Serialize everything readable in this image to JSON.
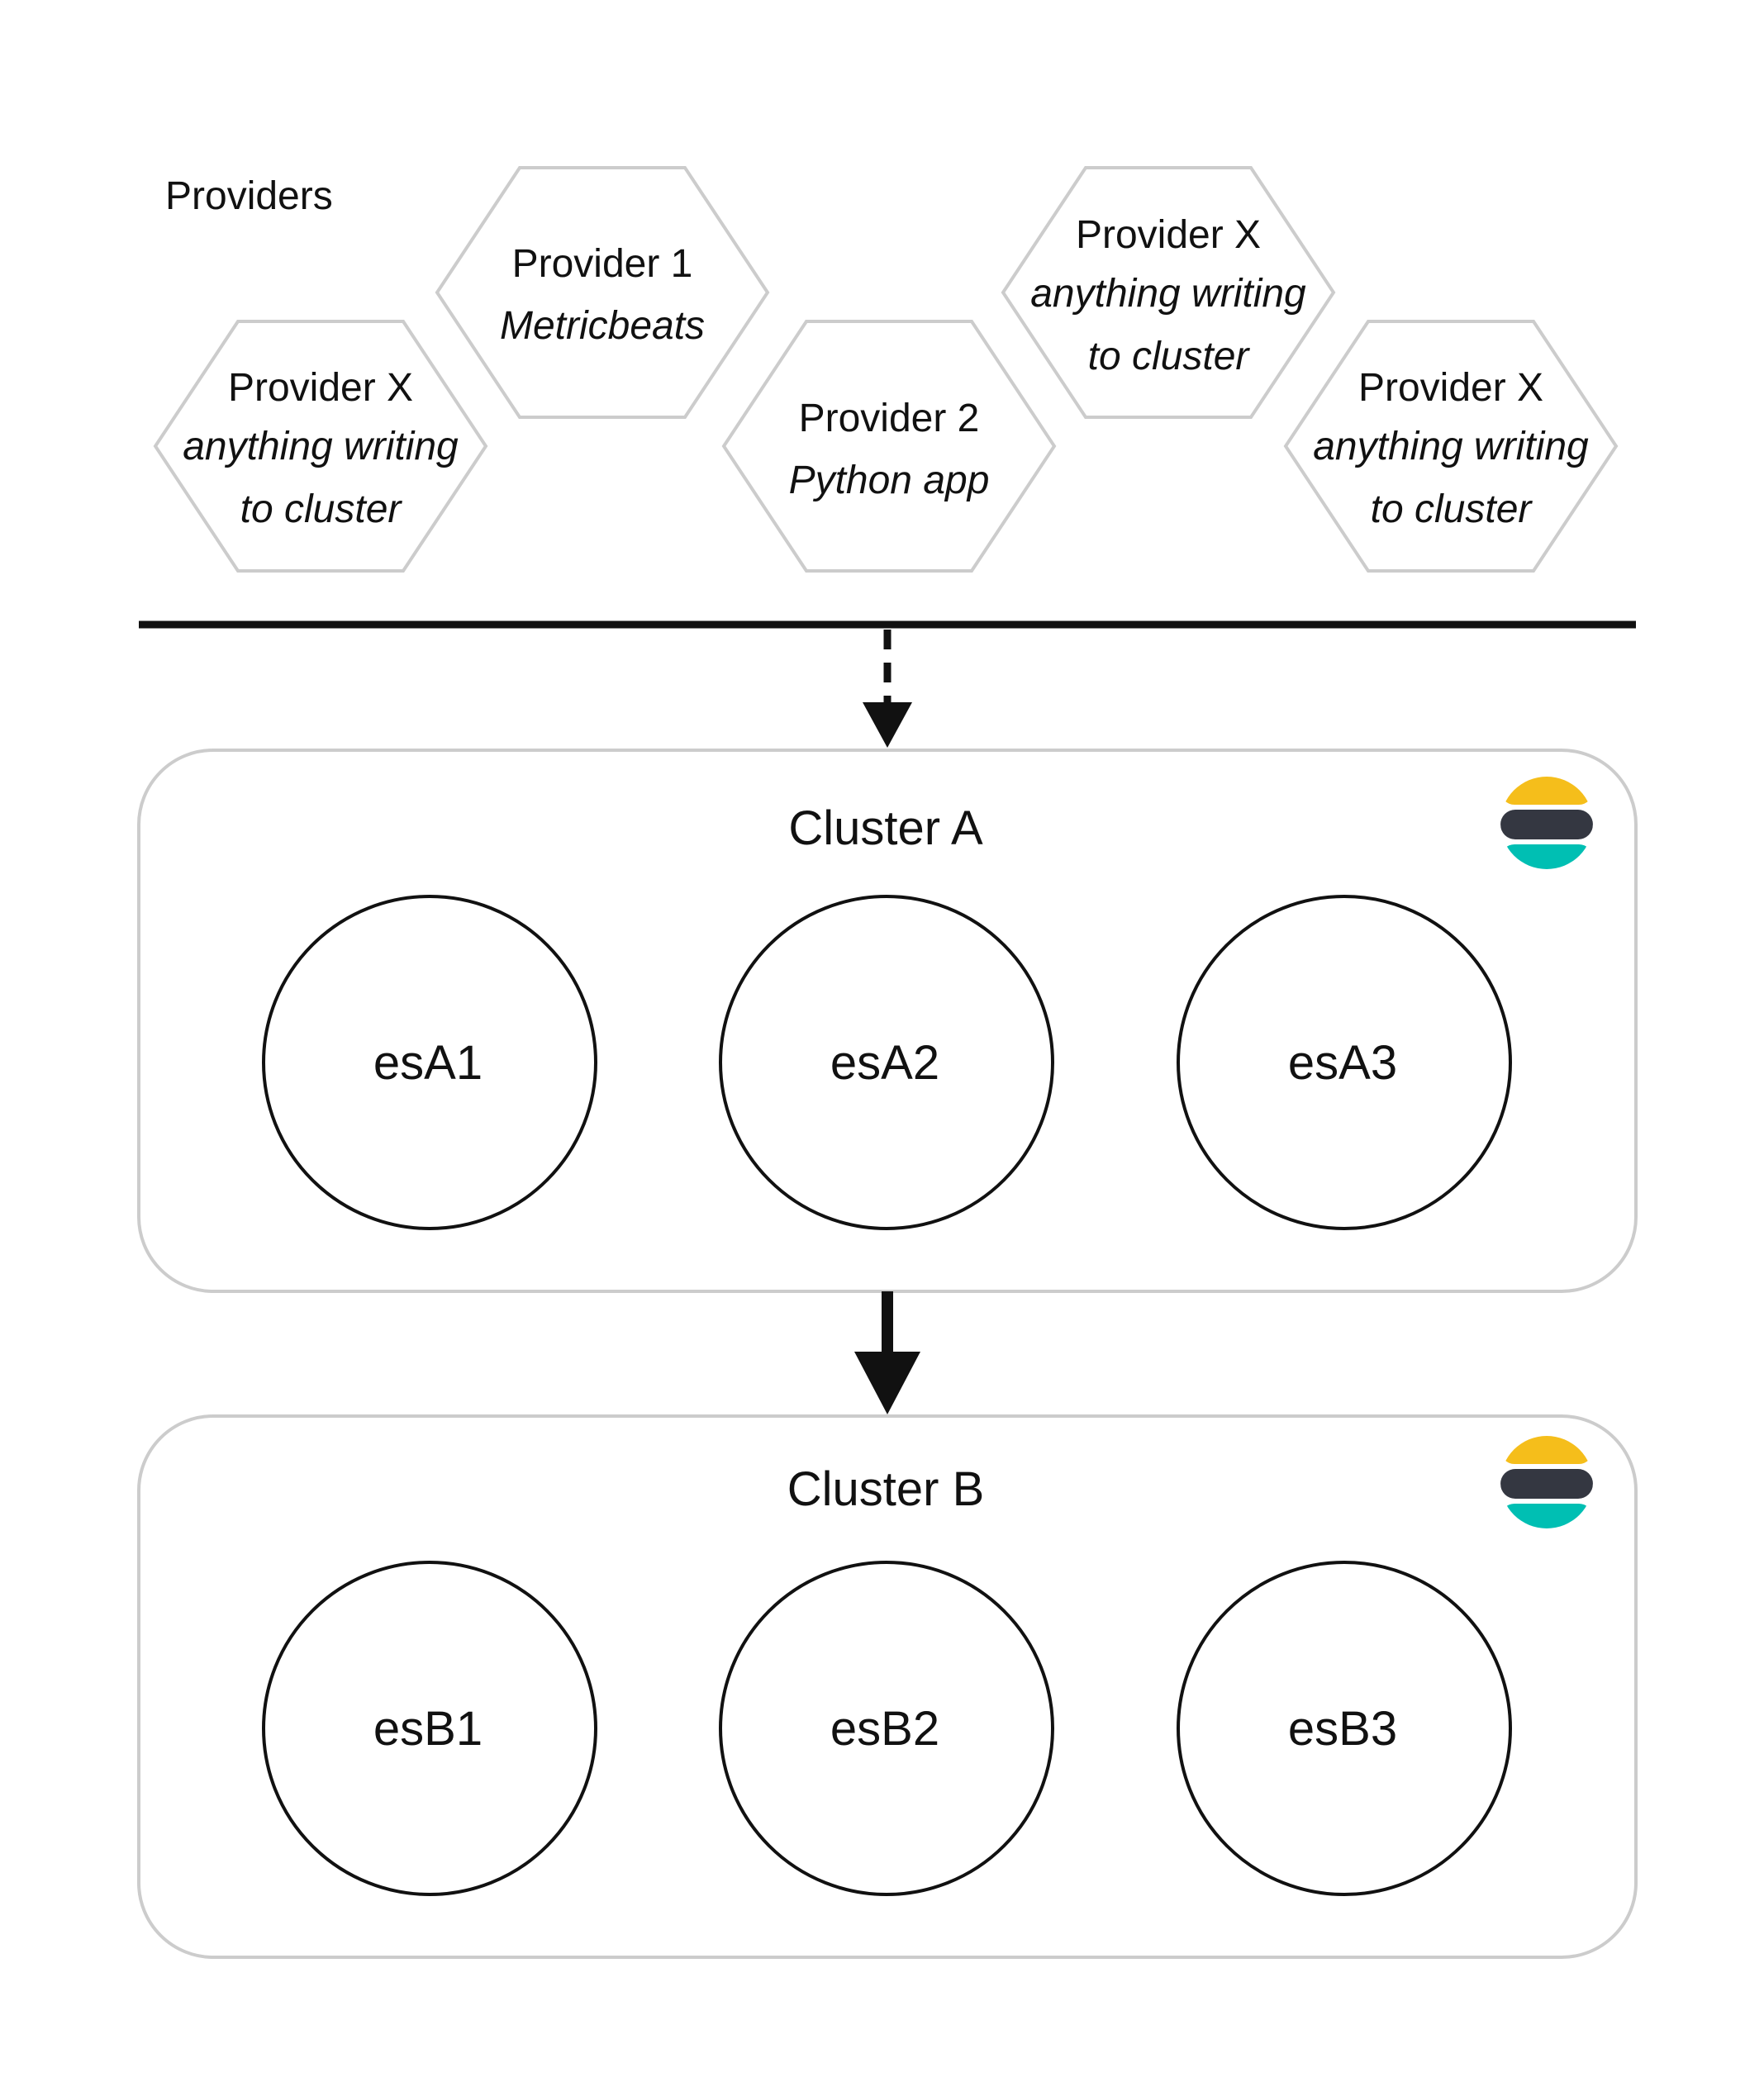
{
  "providers_label": "Providers",
  "providers": [
    {
      "title": "Provider 1",
      "subtitle": [
        "Metricbeats"
      ]
    },
    {
      "title": "Provider X",
      "subtitle": [
        "anything writing",
        "to cluster"
      ]
    },
    {
      "title": "Provider 2",
      "subtitle": [
        "Python app"
      ]
    },
    {
      "title": "Provider X",
      "subtitle": [
        "anything writing",
        "to cluster"
      ]
    },
    {
      "title": "Provider X",
      "subtitle": [
        "anything writing",
        "to cluster"
      ]
    }
  ],
  "clusters": [
    {
      "title": "Cluster A",
      "nodes": [
        "esA1",
        "esA2",
        "esA3"
      ],
      "logo_icon": "elasticsearch-logo-icon"
    },
    {
      "title": "Cluster B",
      "nodes": [
        "esB1",
        "esB2",
        "esB3"
      ],
      "logo_icon": "elasticsearch-logo-icon"
    }
  ],
  "colors": {
    "logo_yellow": "#F5BE1B",
    "logo_dark": "#343741",
    "logo_teal": "#00BFB3",
    "border": "#cccccc",
    "ink": "#111111"
  }
}
